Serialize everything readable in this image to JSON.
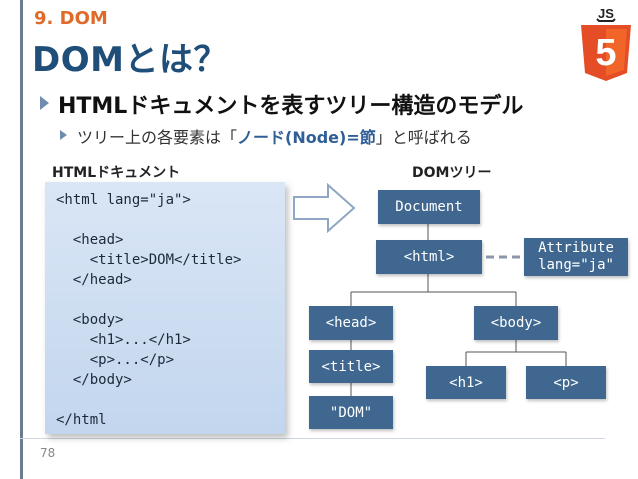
{
  "header": {
    "section": "9. DOM",
    "title": "DOMとは？"
  },
  "bullets": {
    "main": "HTMLドキュメントを表すツリー構造のモデル",
    "sub_before": "ツリー上の各要素は「",
    "sub_emphasis": "ノード(Node)=節",
    "sub_after": "」と呼ばれる"
  },
  "labels": {
    "html_doc": "HTMLドキュメント",
    "dom_tree": "DOMツリー"
  },
  "code": {
    "lines": [
      "<html lang=\"ja\">",
      "",
      "  <head>",
      "    <title>DOM</title>",
      "  </head>",
      "",
      "  <body>",
      "    <h1>...</h1>",
      "    <p>...</p>",
      "  </body>",
      "",
      "</html"
    ]
  },
  "tree": {
    "document": "Document",
    "html": "<html>",
    "attribute_line1": "Attribute",
    "attribute_line2": "lang=\"ja\"",
    "head": "<head>",
    "body": "<body>",
    "title": "<title>",
    "text": "\"DOM\"",
    "h1": "<h1>",
    "p": "<p>"
  },
  "logo": {
    "top_text": "JS",
    "badge_number": "5"
  },
  "footer": {
    "page_number": "78"
  },
  "colors": {
    "accent_orange": "#e06a2a",
    "title_blue": "#1f4e79",
    "node_blue": "#3f6790",
    "code_bg": "#cfdff2",
    "html5_orange": "#e44d26"
  }
}
